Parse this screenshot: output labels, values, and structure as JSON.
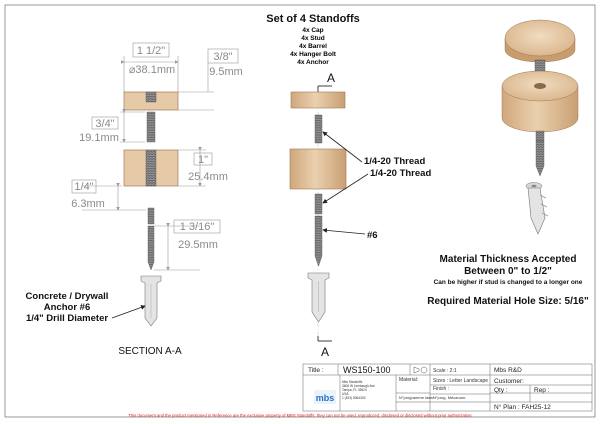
{
  "header": {
    "title": "Set of 4 Standoffs",
    "items": [
      "4x Cap",
      "4x Stud",
      "4x Barrel",
      "4x Hanger Bolt",
      "4x Anchor"
    ]
  },
  "dimensions": {
    "cap_diameter_in": "1 1/2\"",
    "cap_diameter_mm": "⌀38.1mm",
    "cap_thickness_in": "3/8\"",
    "cap_thickness_mm": "9.5mm",
    "stud_length_in": "3/4\"",
    "stud_length_mm": "19.1mm",
    "barrel_height_in": "1\"",
    "barrel_height_mm": "25.4mm",
    "bolt_gap_in": "1/4\"",
    "bolt_gap_mm": "6.3mm",
    "bolt_length_in": "1 3/16\"",
    "bolt_length_mm": "29.5mm"
  },
  "labels": {
    "section_mark": "A",
    "thread_1": "1/4-20 Thread",
    "thread_2": "1/4-20 Thread",
    "screw_size": "#6",
    "anchor_line1": "Concrete / Drywall",
    "anchor_line2": "Anchor #6",
    "anchor_line3": "1/4\" Drill Diameter",
    "section_title": "SECTION A-A"
  },
  "notes": {
    "thickness_title_1": "Material Thickness Accepted",
    "thickness_title_2": "Between 0\" to 1/2\"",
    "thickness_sub": "Can be higher if stud is changed to a longer one",
    "hole_size": "Required Material Hole Size: 5/16\""
  },
  "title_block": {
    "title_label": "Title :",
    "part_number": "WS150-100",
    "scale": "Scale : 2:1",
    "size": "Sizes : Letter Landscape",
    "drawn_by": "Mbs R&D",
    "customer": "Customer:",
    "company_line1": "Mbs Standoffs",
    "company_line2": "3606 W Linebaugh Ave",
    "company_line3": "Tampa, FL 33624",
    "company_line4": "USA",
    "company_line5": "1 (813) 8364303",
    "logo_text": "mbs",
    "material_label": "Material:",
    "finish_label": "Finish :",
    "program_laser": "N°programme laser :",
    "program_mecanum": "N°prog. Mécanum.",
    "qty": "Qty :",
    "rep": "Rep :",
    "plan_number": "N° Plan : FAH25-12"
  },
  "footer": "This document and the product mentioned in Reference are the exclusive property of MBS Standoffs. they can not be used, reproduced, disclosed or disclosed without prior authorization"
}
